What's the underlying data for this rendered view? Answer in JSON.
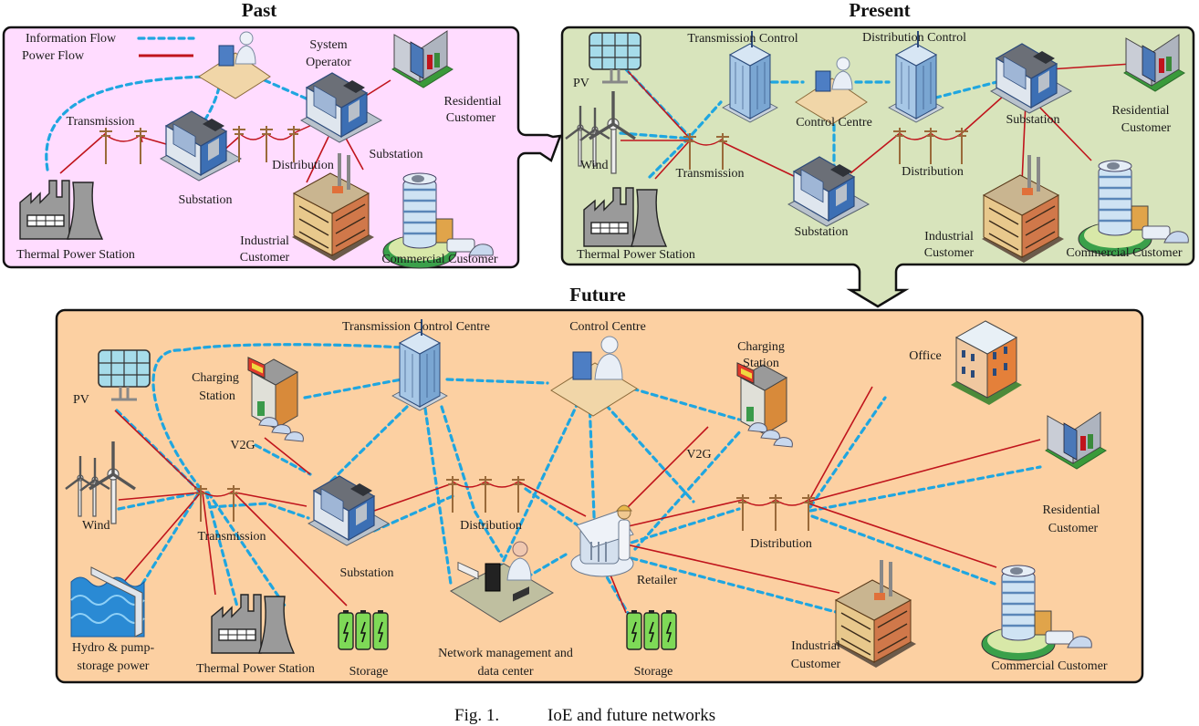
{
  "panels": {
    "past": {
      "title": "Past",
      "background": "#ffdcff",
      "legend": {
        "info_label": "Information Flow",
        "power_label": "Power Flow",
        "info_color": "#1fa6e0",
        "power_color": "#c0141c"
      },
      "labels": {
        "system_operator_1": "System",
        "system_operator_2": "Operator",
        "transmission": "Transmission",
        "substation_1": "Substation",
        "distribution": "Distribution",
        "substation_2": "Substation",
        "residential_1": "Residential",
        "residential_2": "Customer",
        "thermal": "Thermal Power Station",
        "industrial_1": "Industrial",
        "industrial_2": "Customer",
        "commercial": "Commercial Customer"
      }
    },
    "present": {
      "title": "Present",
      "background": "#d8e4bc",
      "labels": {
        "pv": "PV",
        "transmission_control": "Transmission Control",
        "distribution_control": "Distribution Control",
        "control_centre": "Control Centre",
        "wind": "Wind",
        "transmission": "Transmission",
        "substation_1": "Substation",
        "distribution": "Distribution",
        "substation_2": "Substation",
        "residential_1": "Residential",
        "residential_2": "Customer",
        "thermal": "Thermal Power Station",
        "industrial_1": "Industrial",
        "industrial_2": "Customer",
        "commercial": "Commercial Customer"
      }
    },
    "future": {
      "title": "Future",
      "background": "#fcd0a2",
      "labels": {
        "transmission_control_centre": "Transmission Control Centre",
        "control_centre": "Control Centre",
        "pv": "PV",
        "charging_1a": "Charging",
        "charging_1b": "Station",
        "v2g_1": "V2G",
        "charging_2a": "Charging",
        "charging_2b": "Station",
        "v2g_2": "V2G",
        "office": "Office",
        "wind": "Wind",
        "transmission": "Transmission",
        "substation": "Substation",
        "distribution_1": "Distribution",
        "distribution_2": "Distribution",
        "retailer": "Retailer",
        "residential_1": "Residential",
        "residential_2": "Customer",
        "hydro_1": "Hydro & pump-",
        "hydro_2": "storage power",
        "thermal": "Thermal Power Station",
        "storage_1": "Storage",
        "network_1": "Network management and",
        "network_2": "data center",
        "storage_2": "Storage",
        "industrial_1": "Industrial",
        "industrial_2": "Customer",
        "commercial": "Commercial Customer"
      }
    }
  },
  "caption": {
    "fig": "Fig. 1.",
    "text": "IoE and future networks"
  }
}
